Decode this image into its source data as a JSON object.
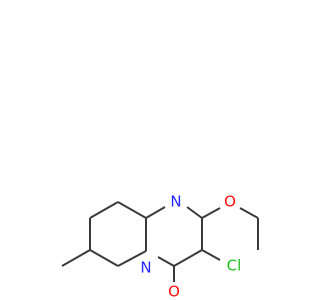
{
  "molecule": {
    "atoms": {
      "n_top": {
        "label": "N",
        "color": "#2626ff"
      },
      "n_ring": {
        "label": "N",
        "color": "#2626ff"
      },
      "o_ether": {
        "label": "O",
        "color": "#ff0d0d"
      },
      "o_carbonyl": {
        "label": "O",
        "color": "#ff0d0d"
      },
      "cl": {
        "label": "Cl",
        "color": "#1fbf1f"
      }
    },
    "bond_color": "#3a3a3a",
    "background": "#ffffff"
  }
}
